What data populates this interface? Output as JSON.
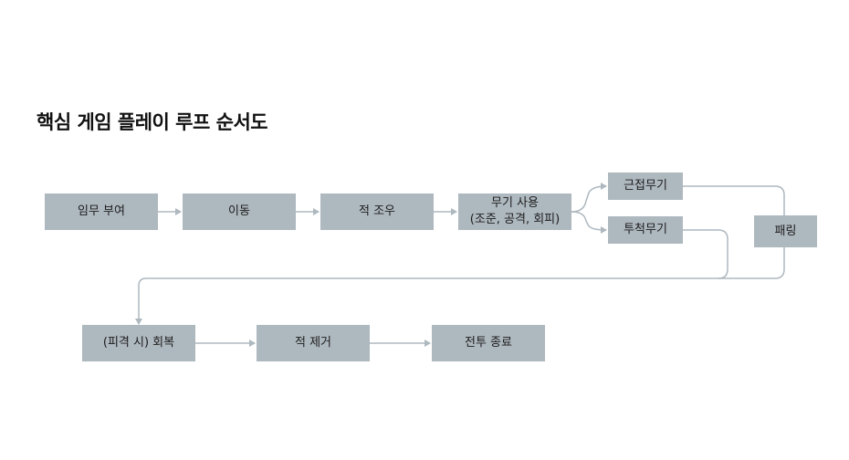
{
  "title": "핵심 게임 플레이 루프 순서도",
  "colors": {
    "node_fill": "#aeb8bf",
    "connector": "#aeb8bf",
    "text": "#1d1d1d",
    "title": "#111111"
  },
  "nodes": {
    "mission": "임무 부여",
    "move": "이동",
    "aim": "적 조우",
    "weapon_line1": "무기 사용",
    "weapon_line2": "(조준, 공격, 회피)",
    "melee": "근접무기",
    "throw": "투척무기",
    "parry": "패링",
    "heal": "(피격 시) 회복",
    "kill": "적 제거",
    "end": "전투 종료"
  }
}
